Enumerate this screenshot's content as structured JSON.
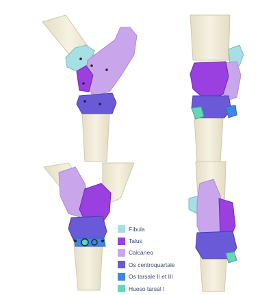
{
  "legend": {
    "items": [
      {
        "label": "Fíbula",
        "color": "#a6dfe4"
      },
      {
        "label": "Talus",
        "color": "#9a3fe0"
      },
      {
        "label": "Calcáneo",
        "color": "#c9a6ec"
      },
      {
        "label": "Os centroquartale",
        "color": "#6b5ad8"
      },
      {
        "label": "Os tarsale II et III",
        "color": "#3f86e6"
      },
      {
        "label": "Hueso tarsal I",
        "color": "#66d6b8"
      }
    ]
  },
  "colors": {
    "bone": "#f1ecd8",
    "bone_outline": "#c9c2a6",
    "fibula": "#a6dfe4",
    "talus": "#9a3fe0",
    "calcaneus": "#c9a6ec",
    "centroquartale": "#6b5ad8",
    "tarsale_II_III": "#3f86e6",
    "tarsal_I": "#66d6b8"
  },
  "views": [
    {
      "name": "top-left view"
    },
    {
      "name": "top-right view"
    },
    {
      "name": "bottom-left view"
    },
    {
      "name": "bottom-right view"
    }
  ]
}
